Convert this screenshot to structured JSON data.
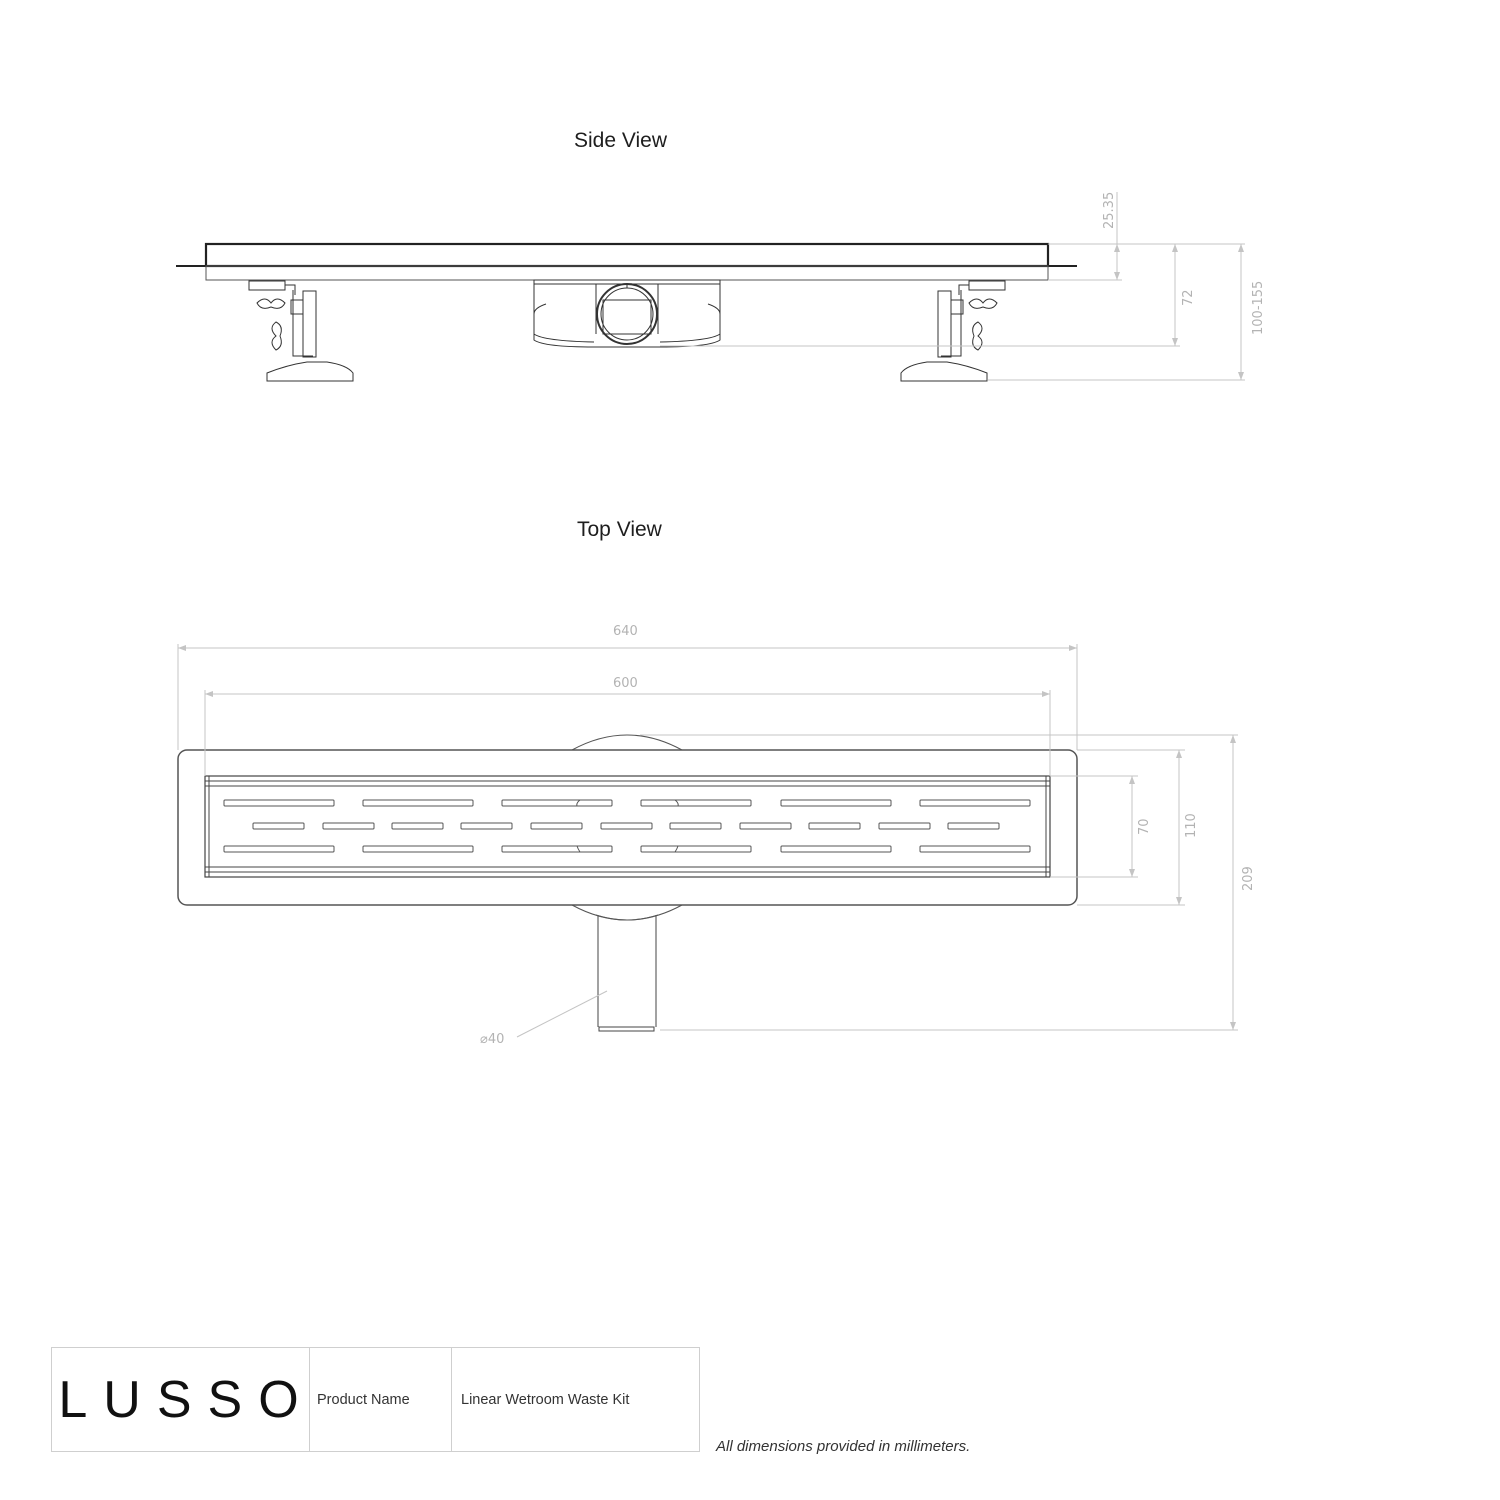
{
  "side_view": {
    "title": "Side View",
    "dimensions": {
      "grate_depth": "25.35",
      "body_height": "72",
      "total_height_range": "100-155"
    }
  },
  "top_view": {
    "title": "Top View",
    "dimensions": {
      "overall_length": "640",
      "grate_length": "600",
      "grate_width": "70",
      "frame_width": "110",
      "total_depth": "209",
      "outlet_diameter": "⌀40"
    }
  },
  "title_block": {
    "brand": "LUSSO",
    "product_label": "Product Name",
    "product_name": "Linear Wetroom Waste Kit"
  },
  "footnote": "All dimensions provided in millimeters.",
  "colors": {
    "line": "#333333",
    "dimension": "#b3b3b3",
    "border": "#cfcfcf"
  }
}
